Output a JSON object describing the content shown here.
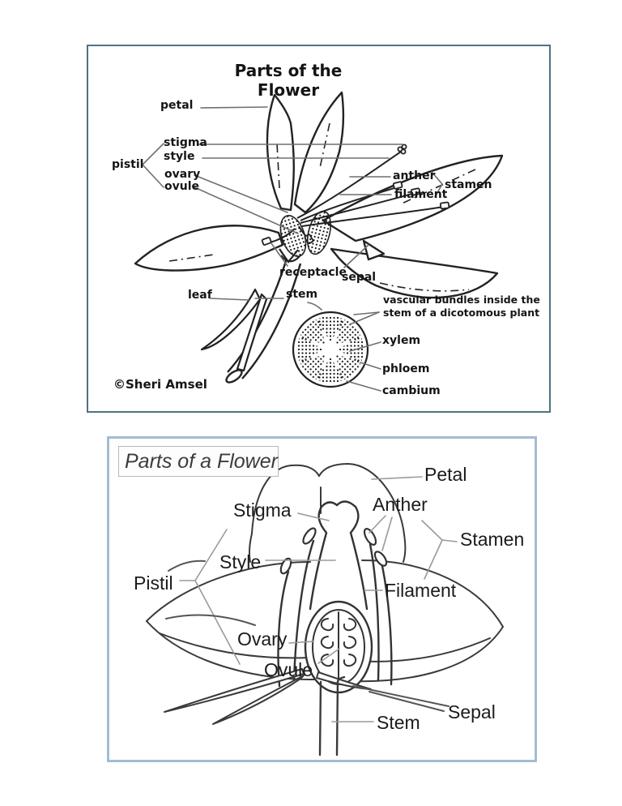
{
  "page": {
    "background": "#ffffff"
  },
  "top_diagram": {
    "title": "Parts of the Flower",
    "border_color": "#4e7383",
    "credit": "©Sheri Amsel",
    "labels": {
      "petal": "petal",
      "stigma": "stigma",
      "style": "style",
      "pistil": "pistil",
      "ovary": "ovary",
      "ovule": "ovule",
      "anther": "anther",
      "filament": "filament",
      "stamen": "stamen",
      "receptacle": "receptacle",
      "sepal": "sepal",
      "leaf": "leaf",
      "stem": "stem",
      "vascular_line1": "vascular bundles inside the",
      "vascular_line2": "stem of a dicotomous plant",
      "xylem": "xylem",
      "phloem": "phloem",
      "cambium": "cambium"
    }
  },
  "bottom_diagram": {
    "title": "Parts of a Flower",
    "border_color": "#a4bcd4",
    "labels": {
      "petal": "Petal",
      "anther": "Anther",
      "stamen": "Stamen",
      "stigma": "Stigma",
      "style": "Style",
      "pistil": "Pistil",
      "filament": "Filament",
      "ovary": "Ovary",
      "ovule": "Ovule",
      "sepal": "Sepal",
      "stem": "Stem"
    }
  }
}
